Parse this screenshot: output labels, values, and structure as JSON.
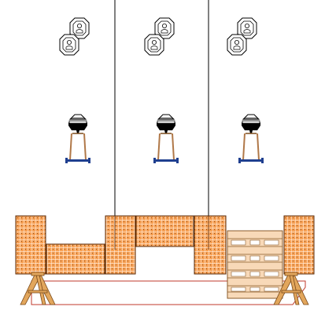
{
  "scene": {
    "lanes": 3,
    "components": {
      "paper_targets": {
        "icon": "octagon-silhouette-target",
        "count_per_lane": 2
      },
      "steel_targets": {
        "icon": "steel-plate-on-stand",
        "count_per_lane": 1
      },
      "lane_dividers": {
        "icon": "thin-vertical-line",
        "count": 2
      },
      "barricades": {
        "icon": "mesh-wall-panel",
        "count": 6
      },
      "pallet_stack": {
        "icon": "wooden-pallet-stack",
        "count": 1
      },
      "sawhorses": {
        "icon": "a-frame-sawhorse",
        "count": 2
      },
      "fault_line": {
        "icon": "red-fault-line",
        "count": 1
      }
    }
  },
  "colors": {
    "barricade_fill": "#f7a155",
    "barricade_grid": "#ffffff",
    "barricade_edge": "#5a2a08",
    "barricade_dots": "#3a1500",
    "pallet_fill": "#f8d9b8",
    "pallet_edge": "#8a5a2a",
    "sawhorse_fill": "#e2a65c",
    "sawhorse_edge": "#7a4a1a",
    "fault_line": "#c0392b",
    "steel_plate": "#000000",
    "stand_leg": "#b07848",
    "stand_base": "#1f3f8f",
    "divider": "#000000",
    "target_outline": "#000000"
  }
}
